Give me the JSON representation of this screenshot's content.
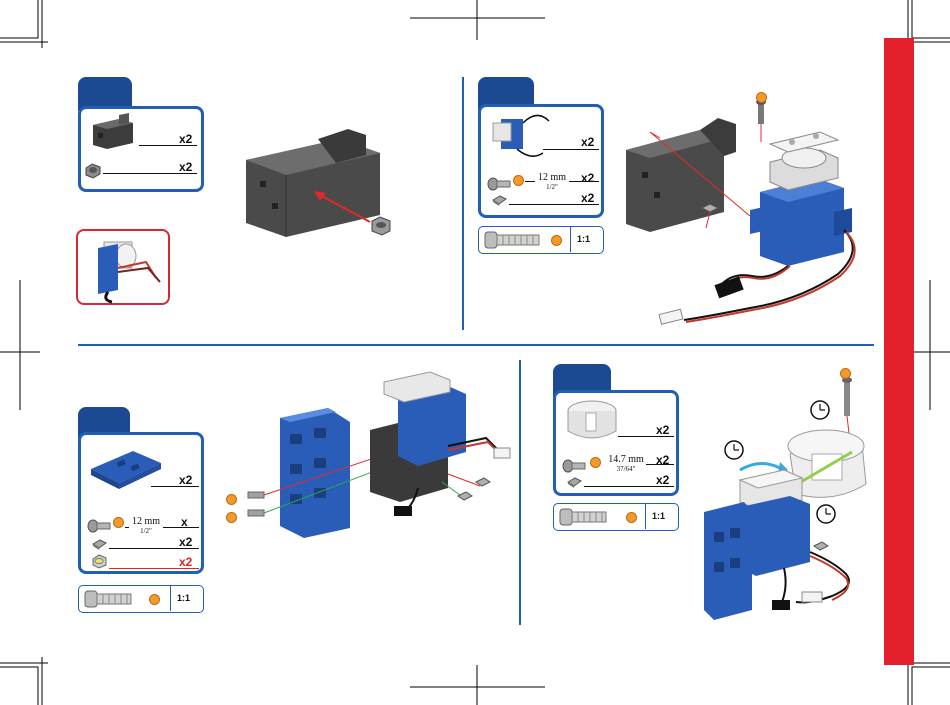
{
  "colors": {
    "frame_blue": "#1f5fb5",
    "tab_blue": "#1b4a93",
    "accent_red": "#e3202b",
    "part_blue": "#2a5db8",
    "part_gray": "#4a4a4a",
    "badge_orange": "#f39a2b"
  },
  "step_a": {
    "parts": [
      {
        "icon": "servo-bracket-icon",
        "qty": "x2"
      },
      {
        "icon": "hex-nut-icon",
        "qty": "x2"
      }
    ]
  },
  "step_b": {
    "parts": [
      {
        "icon": "servo-motor-icon",
        "qty": "x2"
      },
      {
        "icon": "screw-icon",
        "qty": "x2",
        "length_mm": "12 mm",
        "length_in": "1/2\""
      },
      {
        "icon": "square-nut-icon",
        "qty": "x2"
      }
    ],
    "scale": "1:1"
  },
  "step_c": {
    "parts": [
      {
        "icon": "blue-frame-plate-icon",
        "qty": "x2"
      },
      {
        "icon": "screw-icon",
        "qty": "x",
        "length_mm": "12 mm",
        "length_in": "1/2\""
      },
      {
        "icon": "square-nut-icon",
        "qty": "x2"
      },
      {
        "icon": "lock-nut-icon",
        "qty": "x2"
      }
    ],
    "scale": "1:1"
  },
  "step_d": {
    "parts": [
      {
        "icon": "round-horn-cover-icon",
        "qty": "x2"
      },
      {
        "icon": "screw-icon",
        "qty": "x2",
        "length_mm": "14.7 mm",
        "length_in": "37/64\""
      },
      {
        "icon": "square-nut-icon",
        "qty": "x2"
      }
    ],
    "scale": "1:1"
  }
}
